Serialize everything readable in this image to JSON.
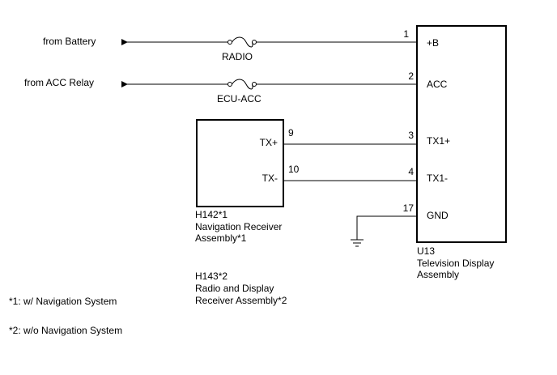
{
  "inputs": {
    "battery": "from Battery",
    "acc_relay": "from ACC Relay"
  },
  "fuses": {
    "radio": "RADIO",
    "ecu_acc": "ECU-ACC"
  },
  "tv_display": {
    "connector": "U13",
    "name_line1": "Television Display",
    "name_line2": "Assembly",
    "pins": [
      {
        "number": "1",
        "label": "+B"
      },
      {
        "number": "2",
        "label": "ACC"
      },
      {
        "number": "3",
        "label": "TX1+"
      },
      {
        "number": "4",
        "label": "TX1-"
      },
      {
        "number": "17",
        "label": "GND"
      }
    ]
  },
  "nav_receiver": {
    "pins": [
      {
        "number": "9",
        "label": "TX+"
      },
      {
        "number": "10",
        "label": "TX-"
      }
    ],
    "connector1": "H142*1",
    "name1_line1": "Navigation Receiver",
    "name1_line2": "Assembly*1",
    "connector2": "H143*2",
    "name2_line1": "Radio and Display",
    "name2_line2": "Receiver Assembly*2"
  },
  "notes": [
    "*1: w/ Navigation System",
    "*2: w/o Navigation System"
  ]
}
